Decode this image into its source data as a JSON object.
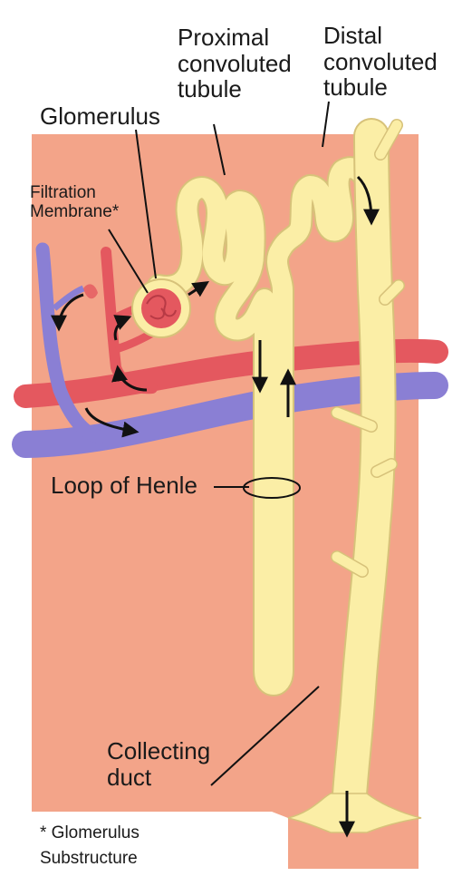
{
  "labels": {
    "proximal": [
      "Proximal",
      "convoluted",
      "tubule"
    ],
    "distal": [
      "Distal",
      "convoluted",
      "tubule"
    ],
    "glomerulus": "Glomerulus",
    "filtration": [
      "Filtration",
      "Membrane*"
    ],
    "loop": "Loop of Henle",
    "collecting": [
      "Collecting",
      "duct"
    ],
    "footnote": [
      "* Glomerulus",
      "Substructure"
    ]
  },
  "colors": {
    "tissue": "#f3a489",
    "tubule": "#fbeea6",
    "tubule_edge": "#d7c27a",
    "artery": "#e4585f",
    "vein": "#8a7fd4",
    "outline": "#222222"
  }
}
